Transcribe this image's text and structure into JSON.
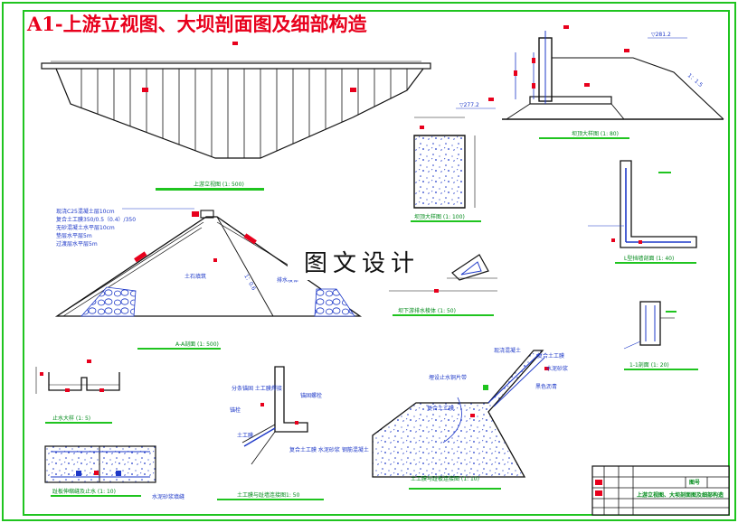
{
  "title": "A1-上游立视图、大坝剖面图及细部构造",
  "watermark": "图文设计",
  "captions": {
    "upstream_elevation": "上游立视图 (1: 500)",
    "crest_detail": "坝顶大样图 (1: 80)",
    "crest_section": "坝顶大样图 (1: 100)",
    "l_wall": "L型挡墙剖面 (1: 40)",
    "dam_section": "A-A剖面 (1: 500)",
    "downstream_toe": "坝下游排水棱体 (1: 50)",
    "waterstop": "止水大样 (1: 5)",
    "slab_detail": "1-1剖面 (1: 20)",
    "joint_detail": "趾板伸缩缝及止水 (1: 10)",
    "geomembrane_anchor": "土工膜与趾墙连接图1: 50",
    "toe_slab": "土工膜与趾板连接图 (1: 10)"
  },
  "labels": {
    "elev_top": "▽281.2",
    "elev_bottom": "▽277.2",
    "slope_ratio": "1：1.5",
    "slope_ratio_2": "1：0.6",
    "dam_core": "土石填筑",
    "outlet": "排水棱体",
    "anchor_a": "分条锚固 土工膜焊接",
    "anchor_b": "锚栓",
    "anchor_c": "锚固螺栓",
    "anchor_d": "土工膜",
    "anchor_e": "复合土工膜 水泥砂浆 钢筋混凝土",
    "toe_a": "现浇混凝土",
    "toe_b": "复合土工膜",
    "toe_c": "水泥砂浆",
    "toe_d": "埋设止水铜片带",
    "toe_e": "复合土工膜",
    "toe_f": "黑色沥青",
    "joint_note": "水泥砂浆填缝"
  },
  "legend_lines": [
    "现浇C25混凝土层10cm",
    "复合土工膜350/0.5（0.4）/350",
    "无砂混凝土水平层10cm",
    "垫层水平层5m",
    "过渡层水平层5m"
  ],
  "title_block": {
    "label": "图号",
    "drawing_name": "上游立视图、大坝剖面图及细部构造"
  },
  "colors": {
    "frame": "#1fc41f",
    "line": "#111111",
    "accent": "#e8001c",
    "dim": "#1d38c8",
    "concrete": "#1d38c8"
  }
}
